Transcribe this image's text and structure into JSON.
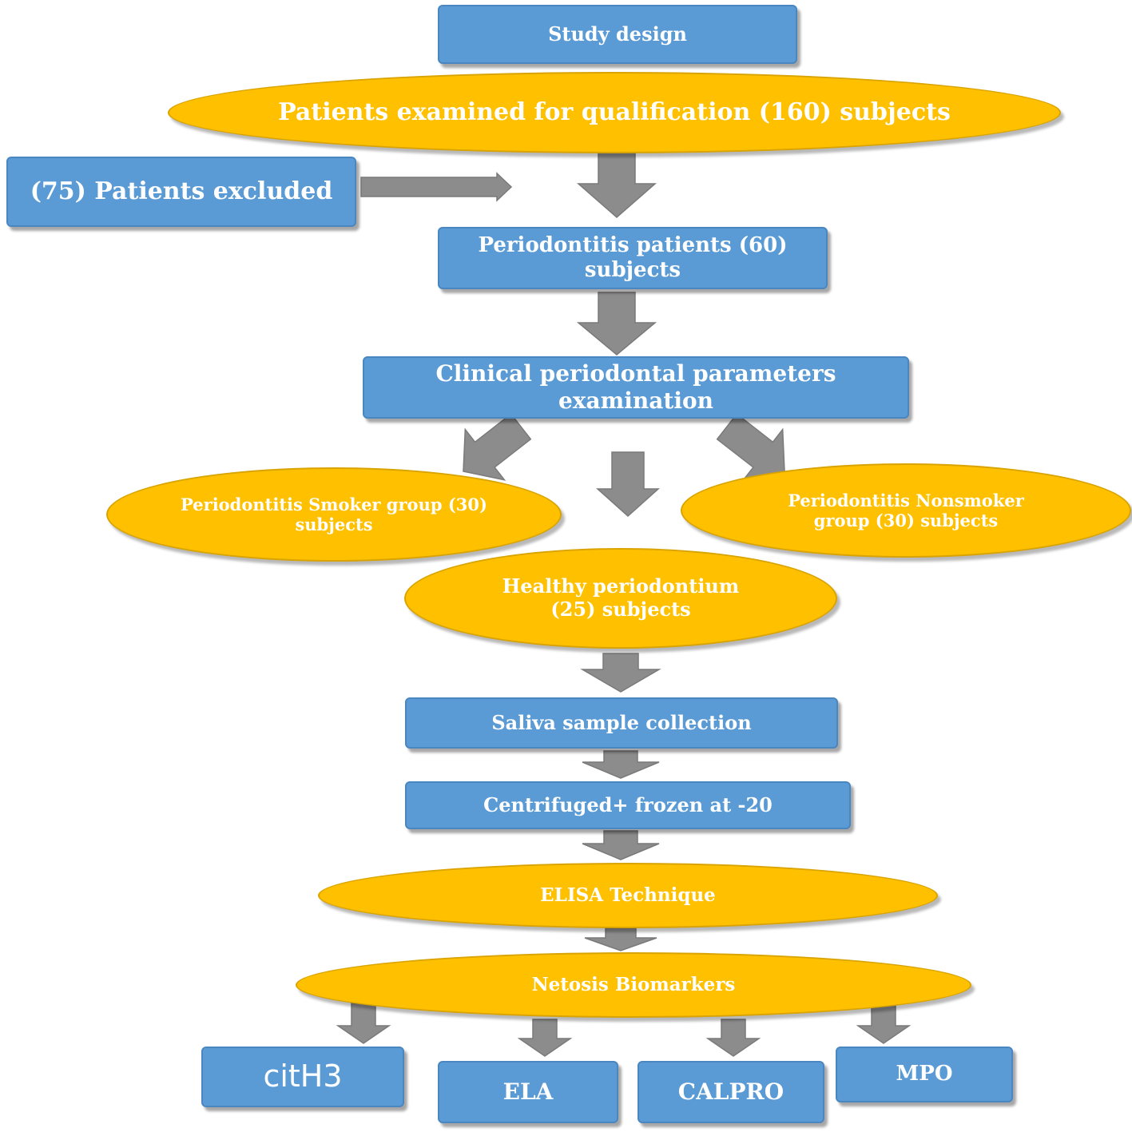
{
  "colors": {
    "box_fill": "#5b9bd5",
    "ellipse_fill": "#ffc000",
    "arrow_fill": "#8c8c8c",
    "text": "#ffffff"
  },
  "nodes": {
    "study_design": "Study design",
    "examined": "Patients examined for qualification (160) subjects",
    "excluded": "(75) Patients excluded",
    "periodontitis": "Periodontitis patients (60) subjects",
    "clinical": "Clinical periodontal parameters examination",
    "smoker": "Periodontitis Smoker group (30) subjects",
    "nonsmoker": "Periodontitis Nonsmoker group (30) subjects",
    "healthy": "Healthy periodontium (25) subjects",
    "saliva": "Saliva sample collection",
    "centrifuged": "Centrifuged+ frozen at -20",
    "elisa": "ELISA Technique",
    "netosis": "Netosis Biomarkers",
    "cith3": "citH3",
    "ela": "ELA",
    "calpro": "CALPRO",
    "mpo": "MPO"
  }
}
